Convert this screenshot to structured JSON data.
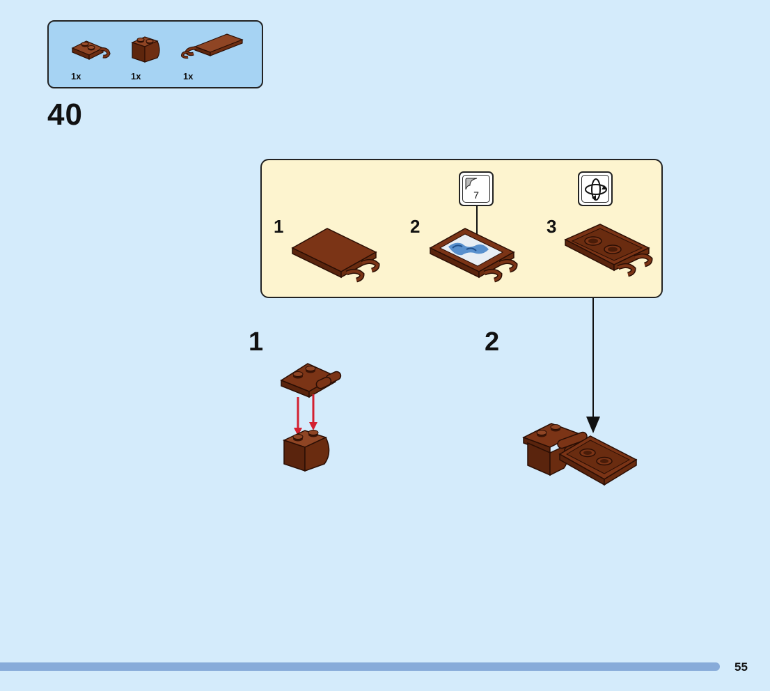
{
  "parts_list": {
    "items": [
      {
        "name": "plate-with-clips",
        "qty": "1x",
        "color": "#7b3416"
      },
      {
        "name": "brick-round-corner",
        "qty": "1x",
        "color": "#7b3416"
      },
      {
        "name": "plate-with-clips-long",
        "qty": "1x",
        "color": "#7b3416"
      }
    ]
  },
  "step": {
    "number": "40"
  },
  "sub_assembly": {
    "steps": [
      {
        "number": "1"
      },
      {
        "number": "2",
        "sticker_number": "7",
        "icon": "sticker-icon"
      },
      {
        "number": "3",
        "icon": "rotate-icon"
      }
    ]
  },
  "main_steps": [
    {
      "number": "1"
    },
    {
      "number": "2"
    }
  ],
  "colors": {
    "background": "#d4ebfb",
    "parts_box": "#a6d3f3",
    "subassembly_box": "#fdf4cf",
    "brick_brown": "#7b3416",
    "arrow_red": "#d32030",
    "footer_bar": "#87abd9"
  },
  "footer": {
    "page_number": "55"
  }
}
